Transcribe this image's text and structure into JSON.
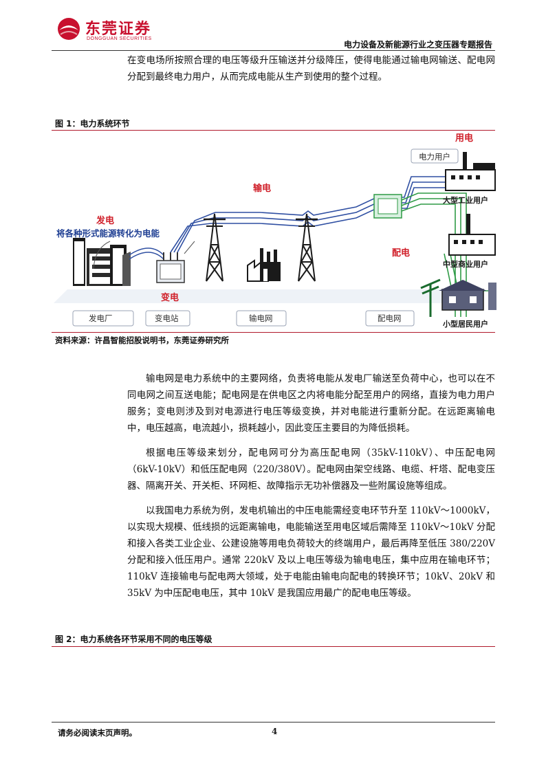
{
  "header": {
    "brand_name": "东莞证券",
    "brand_sub": "DONGGUAN SECURITIES",
    "report_title": "电力设备及新能源行业之变压器专题报告"
  },
  "intro_text": "在变电场所按照合理的电压等级升压输送并分级降压，使得电能通过输电网输送、配电网分配到最终电力用户，从而完成电能从生产到使用的整个过程。",
  "figure1": {
    "title": "图 1：电力系统环节",
    "source": "资料来源：许昌智能招股说明书，东莞证券研究所",
    "labels": {
      "generation": "发电",
      "generation_desc": "将各种形式能源转化为电能",
      "transmission": "输电",
      "substation": "变电",
      "distribution": "配电",
      "consumption": "用电",
      "power_user": "电力用户",
      "large_industrial": "大型工业用户",
      "medium_commercial": "中型商业用户",
      "small_residential": "小型居民用户",
      "power_plant": "发电厂",
      "substation_station": "变电站",
      "transmission_grid": "输电网",
      "distribution_grid": "配电网"
    }
  },
  "paragraphs": [
    "输电网是电力系统中的主要网络，负责将电能从发电厂输送至负荷中心，也可以在不同电网之间互送电能；配电网是在供电区之内将电能分配至用户的网络，直接为电力用户服务；变电则涉及到对电源进行电压等级变换，并对电能进行重新分配。在远距离输电中，电压越高，电流越小，损耗越小，因此变压主要目的为降低损耗。",
    "根据电压等级来划分，配电网可分为高压配电网（35kV-110kV）、中压配电网（6kV-10kV）和低压配电网（220/380V）。配电网由架空线路、电缆、杆塔、配电变压器、隔离开关、开关柜、环网柜、故障指示无功补偿器及一些附属设施等组成。",
    "以我国电力系统为例，发电机输出的中压电能需经变电环节升至 110kV～1000kV，以实现大规模、低线损的远距离输电，电能输送至用电区域后需降至 110kV～10kV 分配和接入各类工业企业、公建设施等用电负荷较大的终端用户，最后再降至低压 380/220V 分配和接入低压用户。通常 220kV 及以上电压等级为输电电压，集中应用在输电环节；110kV 连接输电与配电两大领域，处于电能由输电向配电的转换环节；10kV、20kV 和 35kV 为中压配电电压，其中 10kV 是我国应用最广的配电电压等级。"
  ],
  "figure2": {
    "title": "图 2：电力系统各环节采用不同的电压等级"
  },
  "footer": {
    "disclaimer": "请务必阅读末页声明。",
    "page_number": "4"
  },
  "colors": {
    "brand_red": "#c8102e",
    "rule_red": "#b0182a",
    "transmission_blue": "#2f4fa2",
    "distribution_green": "#2e9a45",
    "label_red": "#d0202a",
    "label_blue": "#1f3f93"
  }
}
